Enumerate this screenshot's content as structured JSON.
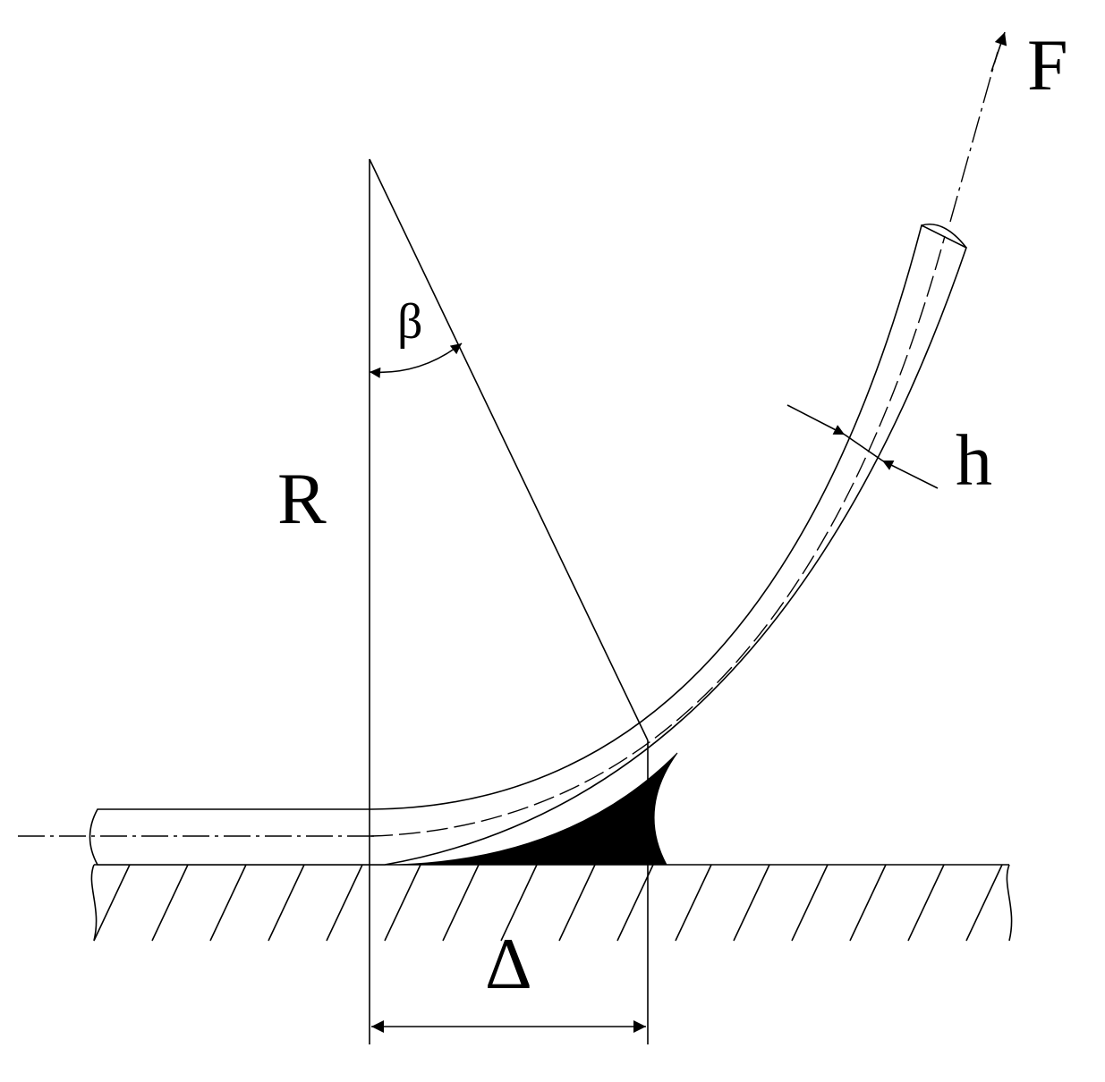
{
  "labels": {
    "force": "F",
    "radius": "R",
    "angle": "β",
    "thickness": "h",
    "delta": "Δ"
  },
  "colors": {
    "line": "#000000",
    "fill": "#000000",
    "background": "#ffffff"
  }
}
